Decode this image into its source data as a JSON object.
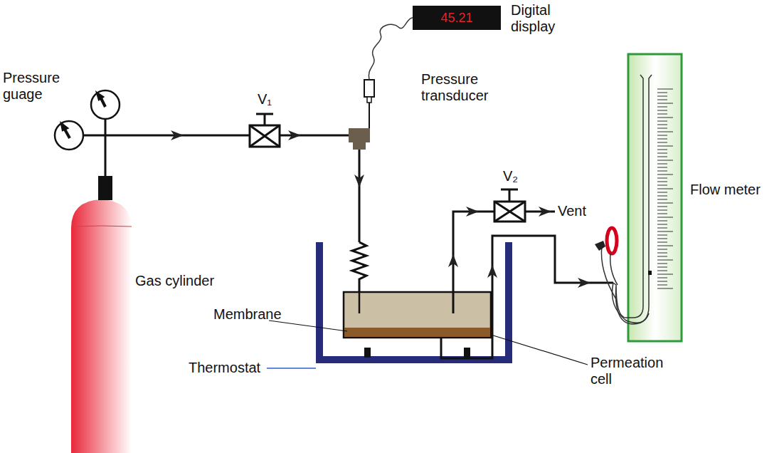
{
  "diagram": {
    "nodes": [
      {
        "text": [
          "45.21",
          "Digital display"
        ]
      }
    ],
    "labels": [
      "Pressure guage",
      "V₁",
      "Pressure transducer",
      "V₂",
      "Vent",
      "Flow meter",
      "Gas cylinder",
      "Membrane",
      "Thermostat",
      "Permeation cell"
    ]
  }
}
